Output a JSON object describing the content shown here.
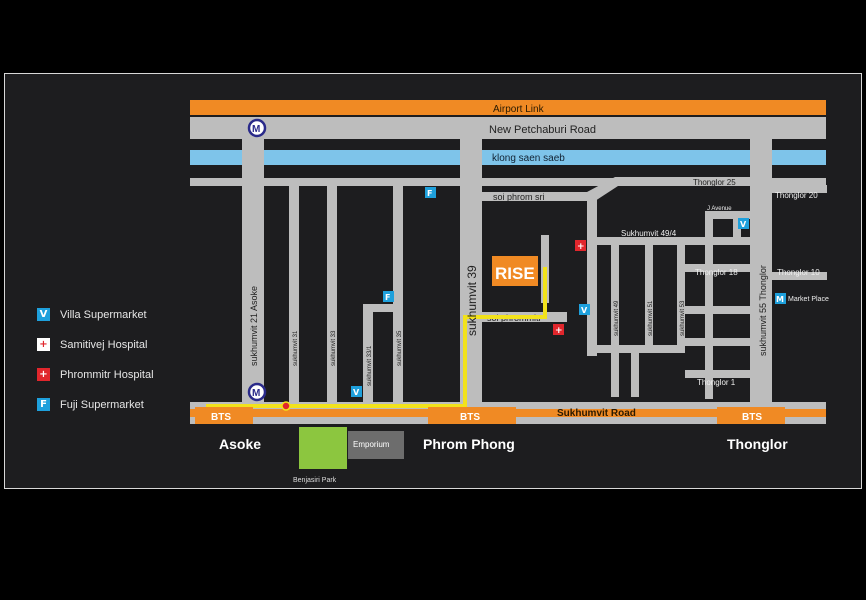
{
  "map": {
    "roads": {
      "airport_link": "Airport Link",
      "new_petchaburi": "New Petchaburi Road",
      "klong_saen_saeb": "klong saen saeb",
      "sukhumvit_road": "Sukhumvit Road",
      "soi_phrom_sri": "soi phrom sri",
      "soi_phrommitr": "soi phrommitr",
      "sukhumvit_21": "sukhumvit 21  Asoke",
      "sukhumvit_31": "sukhumvit 31",
      "sukhumvit_33": "sukhumvit 33",
      "sukhumvit_33_1": "sukhumvit 33/1",
      "sukhumvit_35": "sukhumvit 35",
      "sukhumvit_39": "sukhumvit 39",
      "sukhumvit_49": "sukhumvit 49",
      "sukhumvit_51": "sukhumvit 51",
      "sukhumvit_53": "sukhumvit 53",
      "sukhumvit_55": "sukhumvit 55  Thonglor",
      "sukhumvit_49_4": "Sukhumvit 49/4",
      "thonglor_25": "Thonglor 25",
      "thonglor_20": "Thonglor 20",
      "thonglor_18": "Thonglor 18",
      "thonglor_10": "Thonglor 10",
      "thonglor_1": "Thonglor 1",
      "market_place": "Market Place",
      "misc_small": "J Avenue"
    },
    "stations": {
      "bts_label": "BTS",
      "metro_label": "M",
      "asoke": "Asoke",
      "phrom_phong": "Phrom Phong",
      "thonglor": "Thonglor"
    },
    "places": {
      "rise": "RISE",
      "emporium": "Emporium",
      "benjasiri_park": "Benjasiri Park"
    },
    "legend": [
      {
        "symbol": "V",
        "label": "Villa Supermarket",
        "color": "#1ea0dc",
        "icon": "villa-icon"
      },
      {
        "symbol": "+",
        "label": "Samitivej Hospital",
        "color": "#e1262c",
        "icon": "hospital-icon"
      },
      {
        "symbol": "+",
        "label": "Phrommitr Hospital",
        "color": "#e1262c",
        "icon": "hospital-icon"
      },
      {
        "symbol": "F",
        "label": "Fuji Supermarket",
        "color": "#1ea0dc",
        "icon": "fuji-icon"
      }
    ],
    "colors": {
      "road": "#bdbdbd",
      "orange": "#f08a24",
      "blue": "#7ec4ea",
      "route": "#f2e21b",
      "park": "#8cc63f",
      "background": "#1d1d1f"
    }
  }
}
